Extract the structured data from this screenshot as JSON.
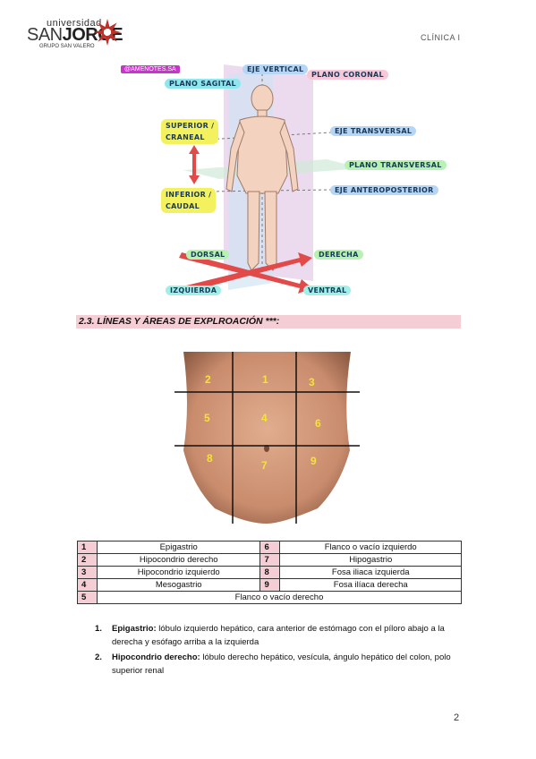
{
  "header": {
    "logo_top": "universidad",
    "logo_main_light": "SAN",
    "logo_main_bold": "JORGE",
    "logo_sub": "GRUPO SAN VALERO",
    "course": "CLÍNICA I",
    "colors": {
      "logo_red": "#c0302a"
    }
  },
  "figure": {
    "instagram_handle": "@AMENOTES.SA",
    "labels": {
      "eje_vertical": "EJE VERTICAL",
      "plano_coronal": "PLANO CORONAL",
      "plano_sagital": "PLANO SAGITAL",
      "superior": "SUPERIOR /",
      "craneal": "CRANEAL",
      "eje_transversal": "EJE TRANSVERSAL",
      "plano_transversal": "PLANO TRANSVERSAL",
      "eje_anteroposterior": "EJE ANTEROPOSTERIOR",
      "inferior": "INFERIOR /",
      "caudal": "CAUDAL",
      "dorsal": "DORSAL",
      "derecha": "DERECHA",
      "izquierda": "IZQUIERDA",
      "ventral": "VENTRAL"
    }
  },
  "section": {
    "title": "2.3. LÍNEAS Y ÁREAS DE EXPLROACIÓN ***:"
  },
  "abdomen_numbers": [
    "1",
    "2",
    "3",
    "4",
    "5",
    "6",
    "7",
    "8",
    "9"
  ],
  "regions_table": {
    "rows": [
      {
        "n1": "1",
        "l1": "Epigastrio",
        "n2": "6",
        "l2": "Flanco o vacío izquierdo"
      },
      {
        "n1": "2",
        "l1": "Hipocondrio derecho",
        "n2": "7",
        "l2": "Hipogastrio"
      },
      {
        "n1": "3",
        "l1": "Hipocondrio izquierdo",
        "n2": "8",
        "l2": "Fosa iliaca izquierda"
      },
      {
        "n1": "4",
        "l1": "Mesogastrio",
        "n2": "9",
        "l2": "Fosa ilíaca derecha"
      }
    ],
    "last_row": {
      "n": "5",
      "label": "Flanco o vacío derecho"
    }
  },
  "list": [
    {
      "num": "1.",
      "term": "Epigastrio:",
      "text": " lóbulo izquierdo hepático, cara anterior de estómago con el píloro abajo a la derecha y esófago arriba a la izquierda"
    },
    {
      "num": "2.",
      "term": "Hipocondrio derecho:",
      "text": " lóbulo derecho hepático, vesícula, ángulo hepático del colon, polo superior renal"
    }
  ],
  "page_number": "2"
}
